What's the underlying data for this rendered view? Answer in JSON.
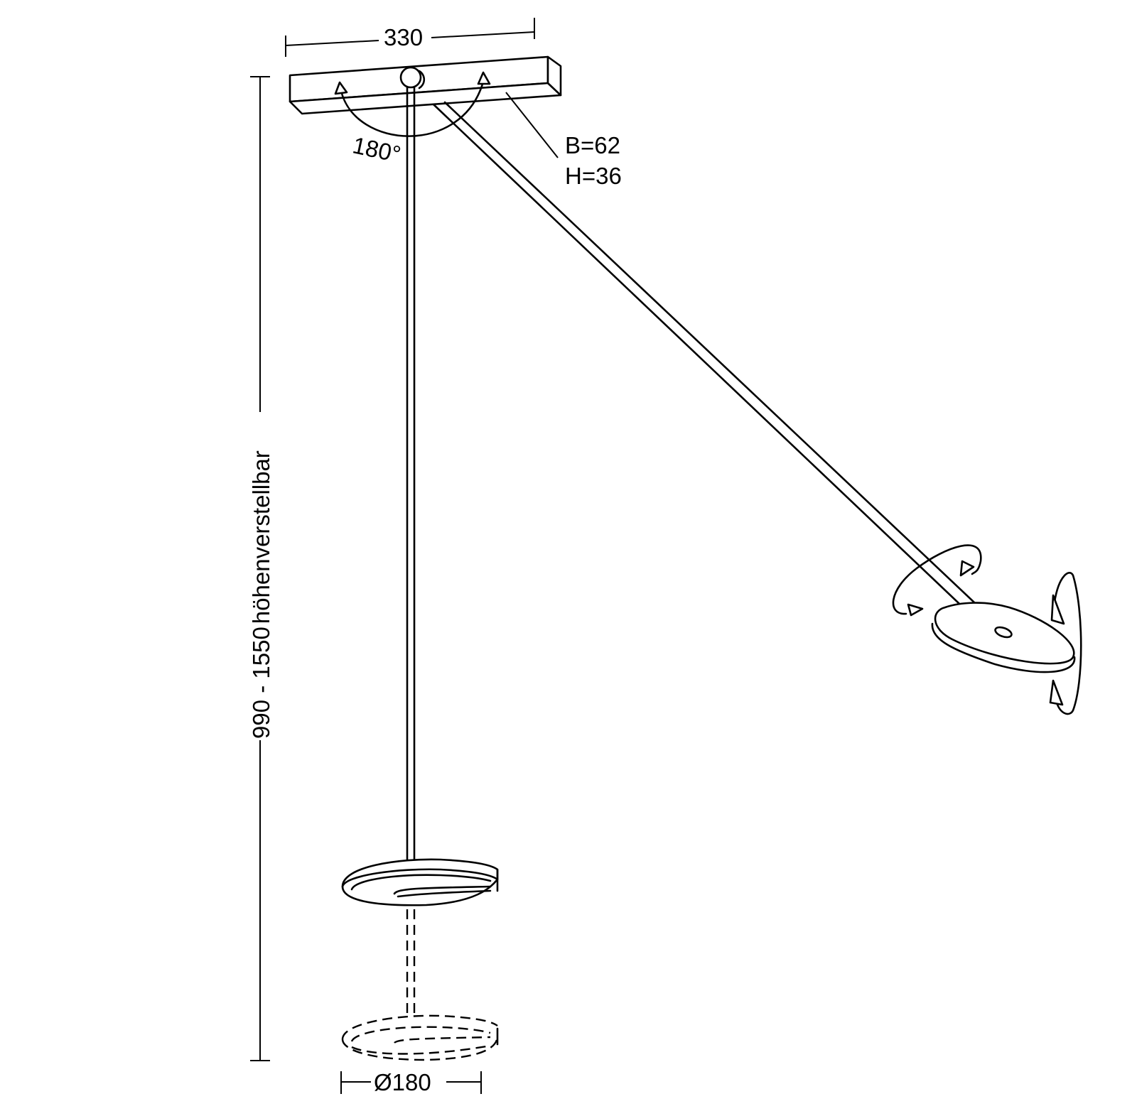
{
  "drawing": {
    "subject": "Floor lamp technical dimension drawing",
    "dimensions": {
      "bar_width": "330",
      "bar_cross_section_width": "B=62",
      "bar_cross_section_height": "H=36",
      "rotation_angle": "180°",
      "height_range": "990 - 1550",
      "height_note": "höhenverstellbar",
      "base_diameter": "Ø180"
    },
    "colors": {
      "line": "#000000",
      "background": "#ffffff"
    }
  }
}
